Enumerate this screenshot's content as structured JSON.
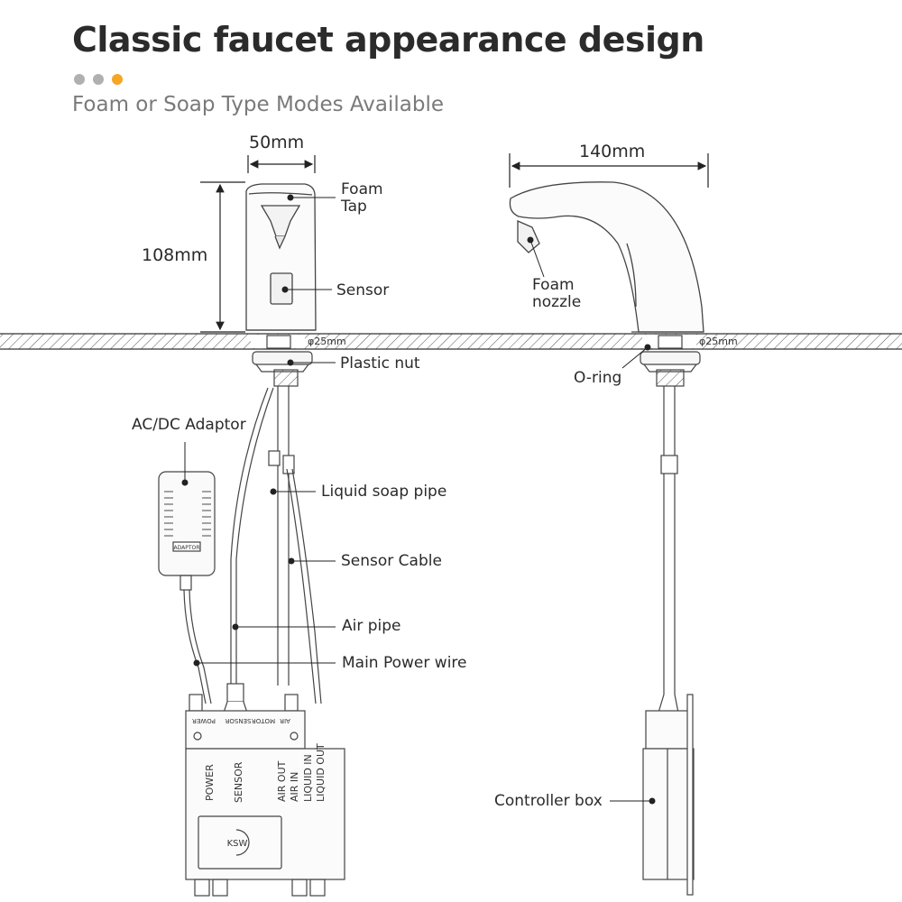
{
  "header": {
    "title": "Classic faucet appearance design",
    "subtitle": "Foam or Soap Type Modes Available",
    "dot_colors": [
      "#b0b0b0",
      "#b0b0b0",
      "#f5a623"
    ]
  },
  "dimensions": {
    "width_front": "50mm",
    "height_front": "108mm",
    "length_side": "140mm",
    "hole_diameter": "φ25mm"
  },
  "labels": {
    "foam_tap": "Foam Tap",
    "sensor": "Sensor",
    "foam_nozzle": "Foam nozzle",
    "plastic_nut": "Plastic nut",
    "o_ring": "O-ring",
    "ac_dc_adaptor": "AC/DC Adaptor",
    "liquid_soap_pipe": "Liquid soap pipe",
    "sensor_cable": "Sensor Cable",
    "air_pipe": "Air pipe",
    "main_power_wire": "Main Power wire",
    "controller_box": "Controller box"
  },
  "adaptor_text": "ADAPTOR",
  "controller_top_ports": [
    "POWER",
    "SENSOR",
    "MOTOR",
    "AIR"
  ],
  "controller_ports": [
    "POWER",
    "SENSOR",
    "AIR OUT",
    "AIR IN",
    "LIQUID IN",
    "LIQUID OUT"
  ],
  "controller_logo": "KSW"
}
